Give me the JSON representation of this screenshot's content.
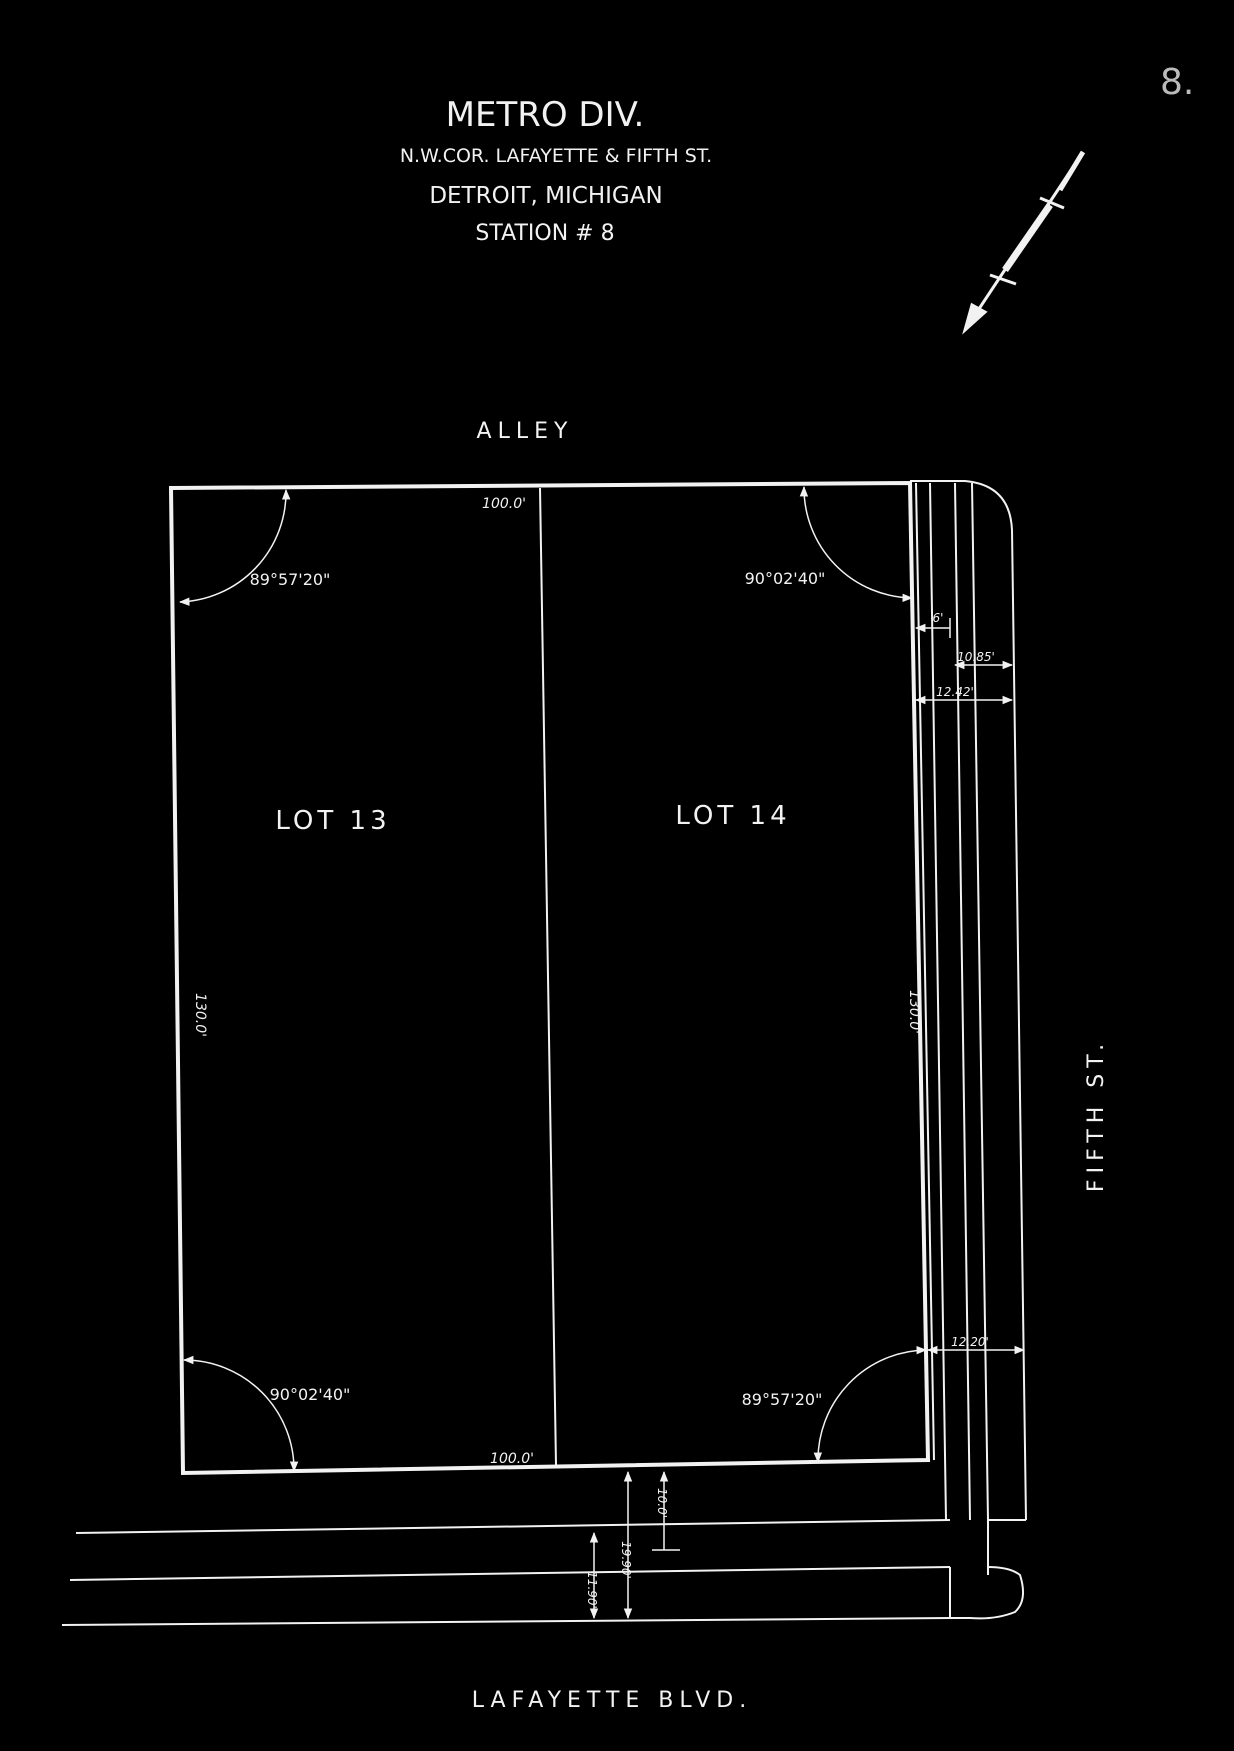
{
  "sheet": {
    "page_number": "8.",
    "title": "METRO DIV.",
    "address": "N.W.COR. LAFAYETTE & FIFTH ST.",
    "city": "DETROIT, MICHIGAN",
    "station": "STATION # 8"
  },
  "streets": {
    "north": "ALLEY",
    "east": "FIFTH ST.",
    "south": "LAFAYETTE BLVD."
  },
  "lots": [
    {
      "label": "LOT 13"
    },
    {
      "label": "LOT 14"
    }
  ],
  "dimensions": {
    "north_frontage": "100.0'",
    "south_frontage": "100.0'",
    "west_depth": "130.0'",
    "east_depth": "130.0'",
    "sidewalk_offset": "6'",
    "curb_offset_1": "10.85'",
    "curb_offset_2": "12.42'",
    "curb_offset_3": "12.20'",
    "south_offset_1": "10.0'",
    "south_offset_2": "19.90'",
    "south_offset_3": "11.90'"
  },
  "angles": {
    "nw_corner": "89°57'20\"",
    "ne_corner": "90°02'40\"",
    "sw_corner": "90°02'40\"",
    "se_corner": "89°57'20\""
  },
  "colors": {
    "background": "#000000",
    "ink": "#f2f2f2"
  },
  "icons": {
    "north_arrow": "north-arrow-icon"
  }
}
